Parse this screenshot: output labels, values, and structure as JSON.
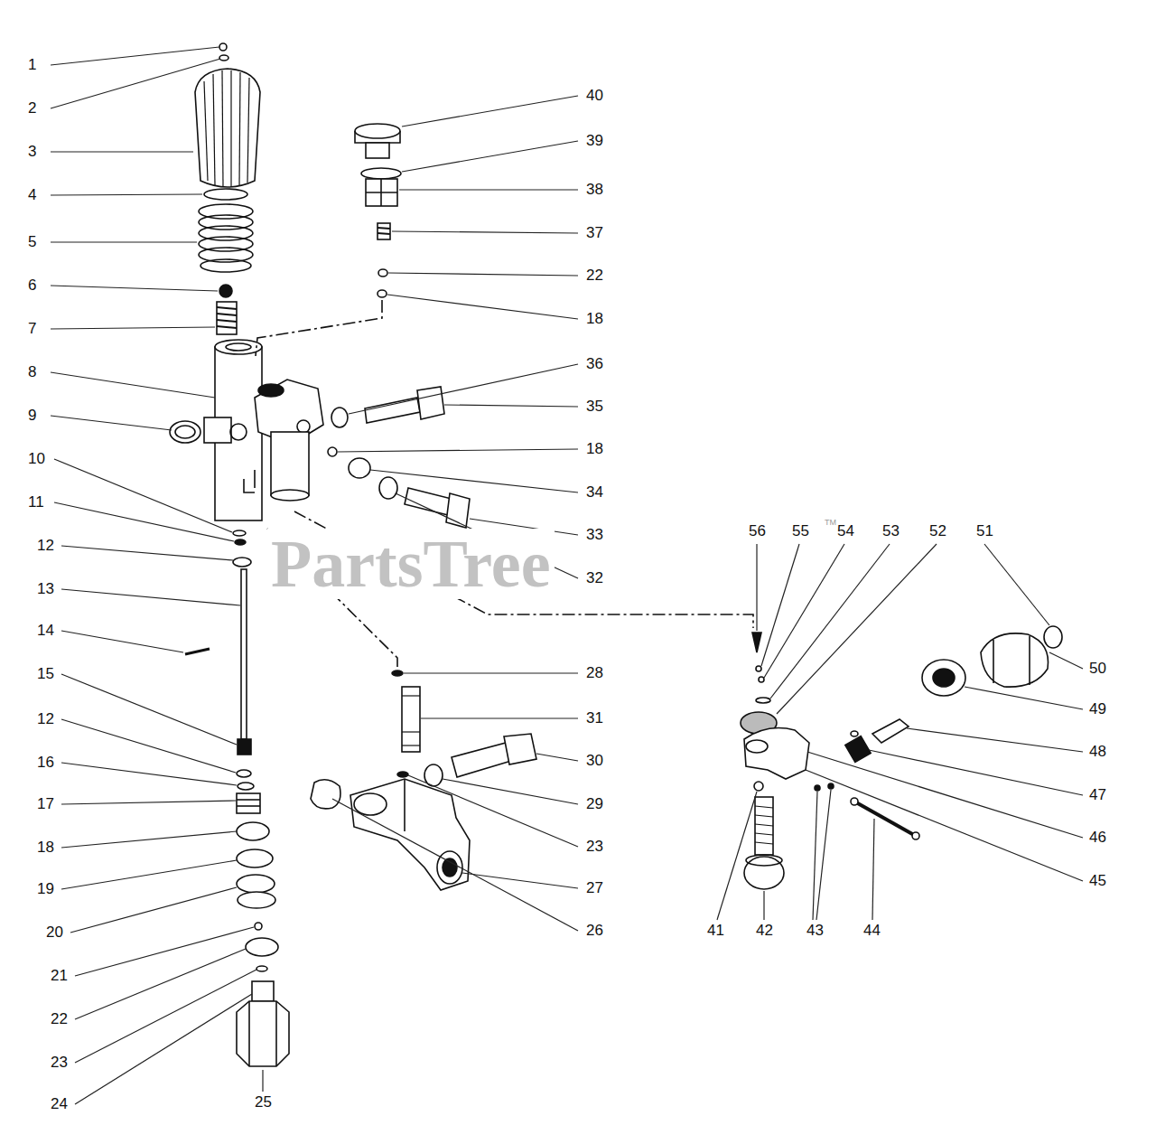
{
  "diagram": {
    "labels": [
      "1",
      "2",
      "3",
      "4",
      "5",
      "6",
      "7",
      "8",
      "9",
      "10",
      "11",
      "12",
      "13",
      "14",
      "15",
      "12",
      "16",
      "17",
      "18",
      "19",
      "20",
      "21",
      "22",
      "23",
      "24",
      "25",
      "40",
      "39",
      "38",
      "37",
      "22",
      "18",
      "36",
      "35",
      "18",
      "34",
      "33",
      "32",
      "28",
      "31",
      "30",
      "29",
      "23",
      "27",
      "26",
      "56",
      "55",
      "54",
      "53",
      "52",
      "51",
      "50",
      "49",
      "48",
      "47",
      "46",
      "45",
      "41",
      "42",
      "43",
      "44",
      "PartsTree",
      "TM"
    ]
  }
}
